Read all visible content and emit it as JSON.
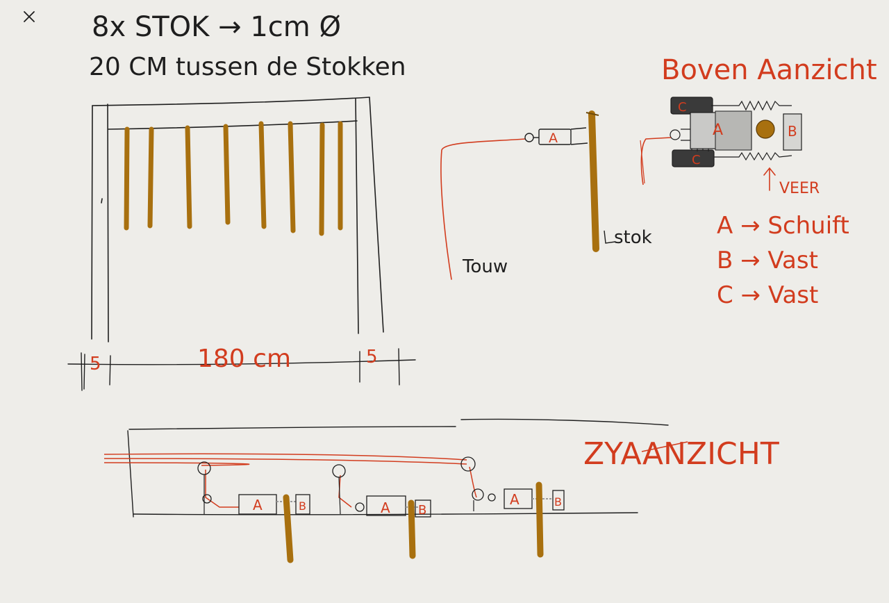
{
  "toolbar": {
    "close_icon": "close-icon"
  },
  "colors": {
    "background": "#eeede9",
    "ink": "#1e1e1e",
    "red": "#d23c1e",
    "wood": "#a8700f"
  },
  "notes": {
    "line1": "8x STOK → 1cm Ø",
    "line2": "20 CM tussen de Stokken"
  },
  "front_view": {
    "dim_left": "5",
    "dim_main": "180 cm",
    "dim_right": "5"
  },
  "detail": {
    "part_a": "A",
    "rope_label": "Touw",
    "stick_label": "stok"
  },
  "top_view": {
    "title": "Boven Aanzicht",
    "label_a": "A",
    "label_b": "B",
    "label_c_top": "C",
    "label_c_bottom": "C",
    "spring_label": "VEER"
  },
  "legend": {
    "a": "A → Schuift",
    "b": "B → Vast",
    "c": "C → Vast"
  },
  "side_view": {
    "title": "ZYAANZICHT",
    "units": [
      {
        "a": "A",
        "b": "B"
      },
      {
        "a": "A",
        "b": "B"
      },
      {
        "a": "A",
        "b": "B"
      }
    ]
  }
}
